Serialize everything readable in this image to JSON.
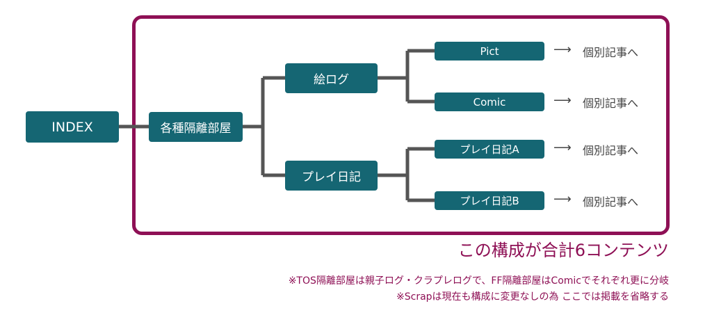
{
  "nodes": {
    "index": "INDEX",
    "isolation": "各種隔離部屋",
    "drawing_log": "絵ログ",
    "play_diary": "プレイ日記",
    "pict": "Pict",
    "comic": "Comic",
    "play_diary_a": "プレイ日記A",
    "play_diary_b": "プレイ日記B"
  },
  "leaf_note": "個別記事へ",
  "summary": "この構成が合計6コンテンツ",
  "footnotes": [
    "※TOS隔離部屋は親子ログ・クラプレログで、FF隔離部屋はComicでそれぞれ更に分岐",
    "※Scrapは現在も構成に変更なしの為 ここでは掲載を省略する"
  ],
  "colors": {
    "node": "#156673",
    "frame": "#8e1055",
    "connector": "#555555"
  }
}
